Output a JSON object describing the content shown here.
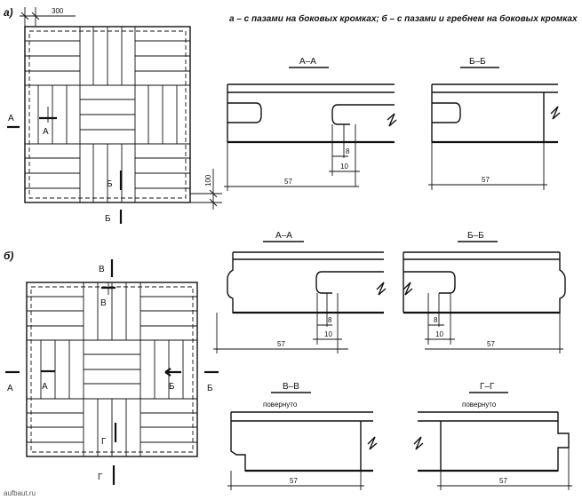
{
  "caption": "а – с пазами на боковых кромках; б – с пазами и гребнем на боковых кромках",
  "watermark": "aufbaut.ru",
  "panel_a": {
    "label": "а)",
    "dim_top": "300",
    "dim_side": "100",
    "cut_a": "А",
    "cut_b": "Б",
    "section_aa": {
      "title": "А–А",
      "dim_groove_w": "8",
      "dim_groove_d": "10",
      "dim_thick": "57"
    },
    "section_bb": {
      "title": "Б–Б",
      "dim_thick": "57"
    }
  },
  "panel_b": {
    "label": "б)",
    "cut_a": "А",
    "cut_b": "Б",
    "cut_v": "В",
    "cut_g": "Г",
    "section_aa": {
      "title": "А–А",
      "dim_groove_w": "8",
      "dim_groove_d": "10",
      "dim_thick": "57"
    },
    "section_bb": {
      "title": "Б–Б",
      "dim_groove_w": "8",
      "dim_groove_d": "10",
      "dim_thick": "57"
    },
    "section_vv": {
      "title": "В–В",
      "note": "повернуто",
      "dim_thick": "57"
    },
    "section_gg": {
      "title": "Г–Г",
      "note": "повернуто",
      "dim_thick": "57"
    }
  }
}
